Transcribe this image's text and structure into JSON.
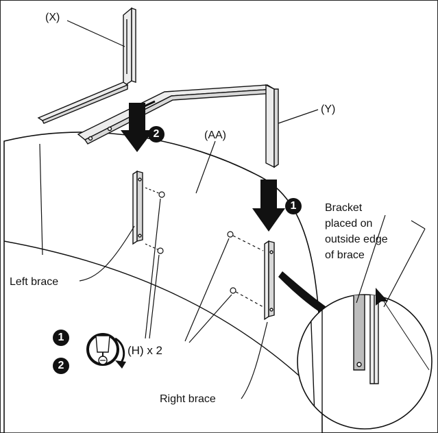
{
  "labels": {
    "x_part": "(X)",
    "y_part": "(Y)",
    "aa_part": "(AA)",
    "left_brace": "Left brace",
    "right_brace": "Right brace",
    "screws": "(H) x 2",
    "bracket_line1": "Bracket",
    "bracket_line2": "placed on",
    "bracket_line3": "outside edge",
    "bracket_line4": "of brace"
  },
  "steps": {
    "step1": "1",
    "step2": "2"
  },
  "icons": [
    "screwdriver-icon",
    "clockwise-arrow-icon",
    "down-arrow-icon",
    "curved-arrow-icon"
  ],
  "colors": {
    "ink": "#111111",
    "metal": "#e6e6e6",
    "paper": "#ffffff",
    "bracket_fill": "#bdbdbd"
  }
}
